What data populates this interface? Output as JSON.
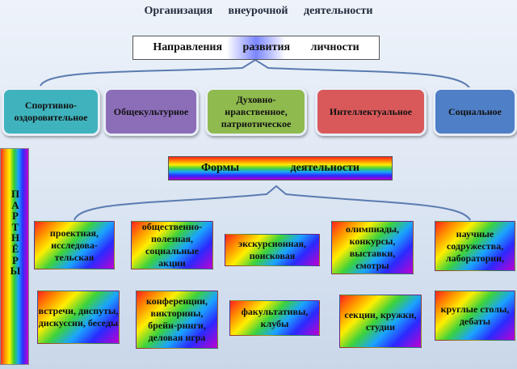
{
  "title": "Организация внеурочной деятельности",
  "directions_header": "Направления развития личности",
  "categories": [
    {
      "label": "Спортивно-оздоровительное",
      "color": "#3fb3bd"
    },
    {
      "label": "Общекультурное",
      "color": "#8b6db8"
    },
    {
      "label": "Духовно-нравственное, патриотическое",
      "color": "#8fbb4e"
    },
    {
      "label": "Интеллектуальное",
      "color": "#d9595a"
    },
    {
      "label": "Социальное",
      "color": "#4f7fc6"
    }
  ],
  "forms_header": "Формы деятельности",
  "partners_label": "ПАРТНЁРЫ",
  "forms": [
    {
      "label": "проектная, исследова-тельская"
    },
    {
      "label": "общественно-полезная, социальные акции"
    },
    {
      "label": "экскурсионная, поисковая"
    },
    {
      "label": "олимпиады, конкурсы, выставки, смотры"
    },
    {
      "label": "научные содружества, лаборатории,"
    },
    {
      "label": "встречи, диспуты, дискуссии, беседы"
    },
    {
      "label": "конференции, викторины, брейн-ринги, деловая игра"
    },
    {
      "label": "факультативы, клубы"
    },
    {
      "label": "секции, кружки, студии"
    },
    {
      "label": "круглые столы, дебаты"
    }
  ]
}
